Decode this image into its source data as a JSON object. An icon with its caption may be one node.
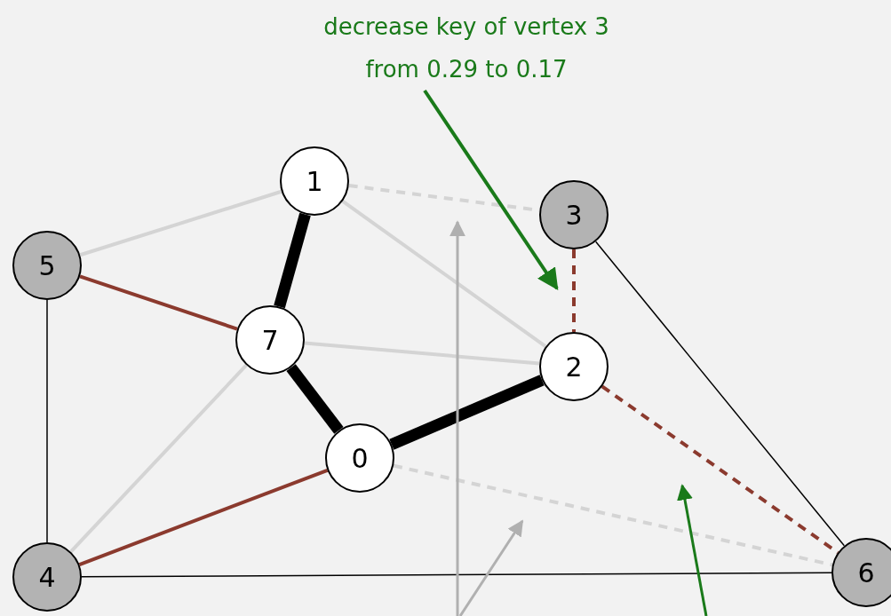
{
  "diagram": {
    "nodes": [
      {
        "text": [
          "decrease key of vertex 3 from 0.29 to 0.17"
        ]
      },
      {
        "text": [
          "1"
        ]
      },
      {
        "text": [
          "3"
        ]
      },
      {
        "text": [
          "5"
        ]
      },
      {
        "text": [
          "7"
        ]
      },
      {
        "text": [
          "2"
        ]
      },
      {
        "text": [
          "0"
        ]
      },
      {
        "text": [
          "4"
        ]
      },
      {
        "text": [
          "6"
        ]
      }
    ],
    "edges": [
      {
        "from": 1,
        "to": 4,
        "arrow": "none",
        "style": "thick"
      },
      {
        "from": 4,
        "to": 6,
        "arrow": "none",
        "style": "thick"
      },
      {
        "from": 6,
        "to": 5,
        "arrow": "none",
        "style": "thick"
      },
      {
        "from": 3,
        "to": 4,
        "arrow": "none",
        "color": "#8b3a2e"
      },
      {
        "from": 6,
        "to": 7,
        "arrow": "none",
        "color": "#8b3a2e"
      },
      {
        "from": 2,
        "to": 5,
        "arrow": "none",
        "style": "dashed",
        "color": "#8b3a2e"
      },
      {
        "from": 5,
        "to": 8,
        "arrow": "none",
        "style": "dashed",
        "color": "#8b3a2e"
      },
      {
        "from": 1,
        "to": 2,
        "arrow": "none",
        "style": "dashed",
        "color": "#d4d4d4"
      },
      {
        "from": 6,
        "to": 8,
        "arrow": "none",
        "style": "dashed",
        "color": "#d4d4d4"
      },
      {
        "from": 1,
        "to": 3,
        "arrow": "none",
        "color": "#d4d4d4"
      },
      {
        "from": 1,
        "to": 5,
        "arrow": "none",
        "color": "#d4d4d4"
      },
      {
        "from": 4,
        "to": 5,
        "arrow": "none",
        "color": "#d4d4d4"
      },
      {
        "from": 4,
        "to": 7,
        "arrow": "none",
        "color": "#d4d4d4"
      },
      {
        "from": 3,
        "to": 7,
        "arrow": "none"
      },
      {
        "from": 2,
        "to": 8,
        "arrow": "none"
      },
      {
        "from": 7,
        "to": 8,
        "arrow": "none"
      },
      {
        "from": 0,
        "to": null,
        "arrow": "to",
        "color": "#1a7a1a"
      }
    ]
  }
}
